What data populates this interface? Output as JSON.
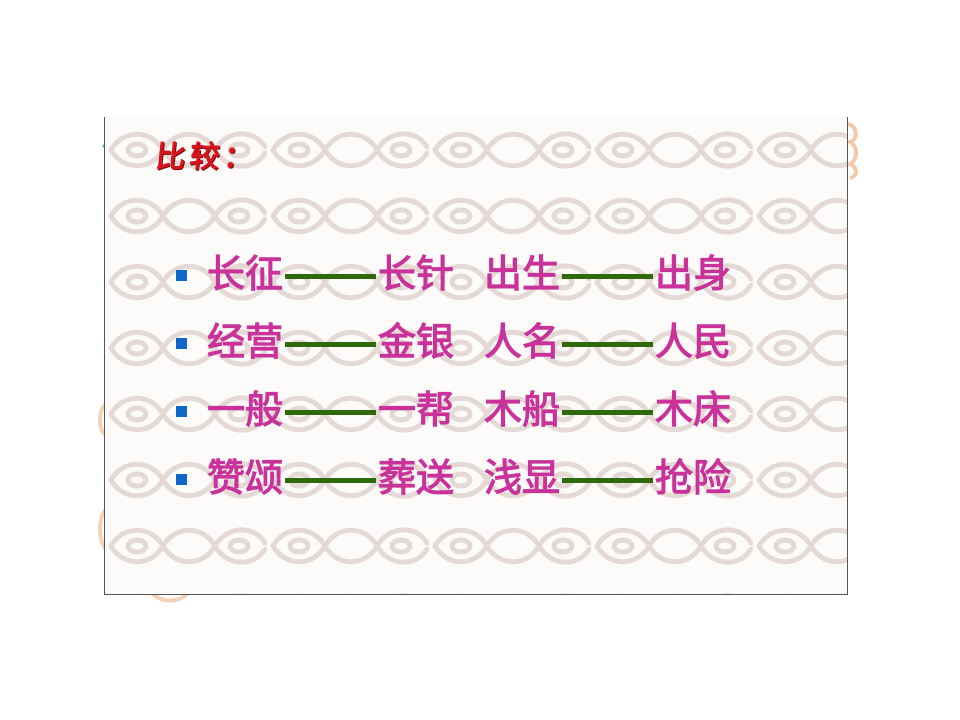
{
  "heading": "比较：",
  "pairs": [
    {
      "a": "长征",
      "b": "长针",
      "c": "出生",
      "d": "出身"
    },
    {
      "a": "经营",
      "b": "金银",
      "c": "人名",
      "d": "人民"
    },
    {
      "a": "一般",
      "b": "一帮",
      "c": "木船",
      "d": "木床"
    },
    {
      "a": "赞颂",
      "b": "葬送",
      "c": "浅显",
      "d": "抢险"
    }
  ],
  "colors": {
    "heading": "#d8141e",
    "word": "#c8329a",
    "dash": "#2e6a0a",
    "bullet": "#1166cc",
    "pattern": "#e4d9d4"
  },
  "icons": {
    "bullet": "square-bullet-icon",
    "background": "scroll-pattern"
  }
}
